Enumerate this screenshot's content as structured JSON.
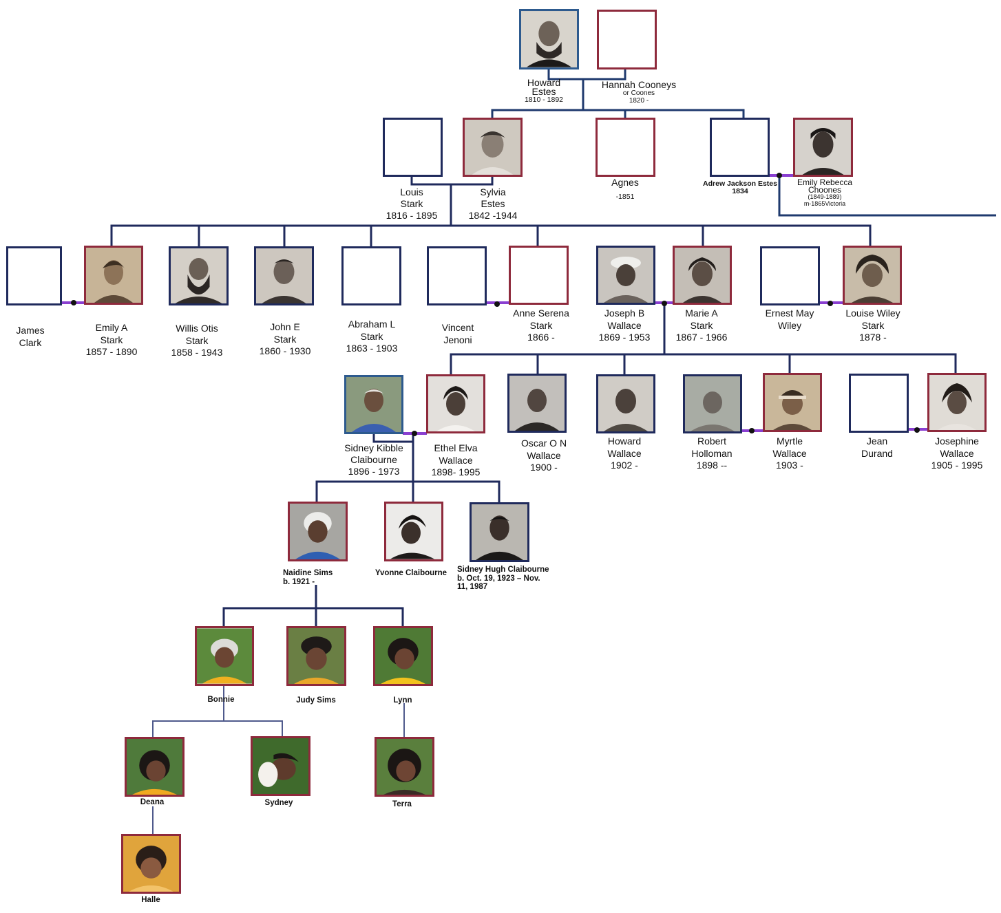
{
  "gen1": {
    "howard": {
      "line1": "Howard",
      "line2": "Estes",
      "dates": "1810 - 1892"
    },
    "hannah": {
      "line1": "Hannah Cooneys",
      "line2": "or Coones",
      "dates": "1820 -"
    }
  },
  "gen2": {
    "louis": {
      "line1": "Louis",
      "line2": "Stark",
      "dates": "1816 - 1895"
    },
    "sylvia": {
      "line1": "Sylvia",
      "line2": "Estes",
      "dates": "1842 -1944"
    },
    "agnes": {
      "line1": "Agnes",
      "dates": "-1851"
    },
    "adrew": {
      "line1": "Adrew Jackson Estes",
      "dates": "1834"
    },
    "emilyr": {
      "line1": "Emily Rebecca",
      "line2": "Choones",
      "dates": "(1849-1889)",
      "note": "m-1865Victoria"
    }
  },
  "gen3": {
    "james": {
      "line1": "James",
      "line2": "Clark"
    },
    "emily": {
      "line1": "Emily A",
      "line2": "Stark",
      "dates": "1857 - 1890"
    },
    "willis": {
      "line1": "Willis Otis",
      "line2": "Stark",
      "dates": "1858 - 1943"
    },
    "john": {
      "line1": "John E",
      "line2": "Stark",
      "dates": "1860 - 1930"
    },
    "abraham": {
      "line1": "Abraham L",
      "line2": "Stark",
      "dates": "1863 - 1903"
    },
    "vincent": {
      "line1": "Vincent",
      "line2": "Jenoni"
    },
    "anne": {
      "line1": "Anne Serena",
      "line2": "Stark",
      "dates": "1866 -"
    },
    "joseph": {
      "line1": "Joseph B",
      "line2": "Wallace",
      "dates": "1869 - 1953"
    },
    "marie": {
      "line1": "Marie A",
      "line2": "Stark",
      "dates": "1867 - 1966"
    },
    "ernest": {
      "line1": "Ernest May",
      "line2": "Wiley"
    },
    "louise": {
      "line1": "Louise  Wiley",
      "line2": "Stark",
      "dates": "1878 -"
    }
  },
  "gen4": {
    "sidney": {
      "line1": "Sidney Kibble",
      "line2": "Claibourne",
      "dates": "1896 - 1973"
    },
    "ethel": {
      "line1": "Ethel Elva",
      "line2": "Wallace",
      "dates": "1898- 1995"
    },
    "oscar": {
      "line1": "Oscar  O N",
      "line2": "Wallace",
      "dates": "1900 -"
    },
    "howardw": {
      "line1": "Howard",
      "line2": "Wallace",
      "dates": "1902 -"
    },
    "robert": {
      "line1": "Robert",
      "line2": "Holloman",
      "dates": "1898 --"
    },
    "myrtle": {
      "line1": "Myrtle",
      "line2": "Wallace",
      "dates": "1903 -"
    },
    "jean": {
      "line1": "Jean",
      "line2": "Durand"
    },
    "josephine": {
      "line1": "Josephine",
      "line2": "Wallace",
      "dates": "1905 - 1995"
    }
  },
  "gen5": {
    "naidine": {
      "line1": "Naidine   Sims",
      "line2": "b. 1921      -"
    },
    "yvonne": {
      "line1": "Yvonne Claibourne"
    },
    "sidneyh": {
      "line1": "Sidney Hugh Claibourne",
      "line2": "b. Oct. 19, 1923 – Nov.",
      "line3": "11, 1987"
    }
  },
  "gen6": {
    "bonnie": {
      "line1": "Bonnie"
    },
    "judy": {
      "line1": "Judy Sims"
    },
    "lynn": {
      "line1": "Lynn"
    }
  },
  "gen7": {
    "deana": {
      "line1": "Deana"
    },
    "sydney": {
      "line1": "Sydney"
    },
    "terra": {
      "line1": "Terra"
    }
  },
  "gen8": {
    "halle": {
      "line1": "Halle"
    }
  },
  "colors": {
    "male_border": "#1f2a5c",
    "female_border": "#8e2a3c",
    "connector": "#1f2a5c",
    "marriage_link": "#8a3fd1"
  }
}
